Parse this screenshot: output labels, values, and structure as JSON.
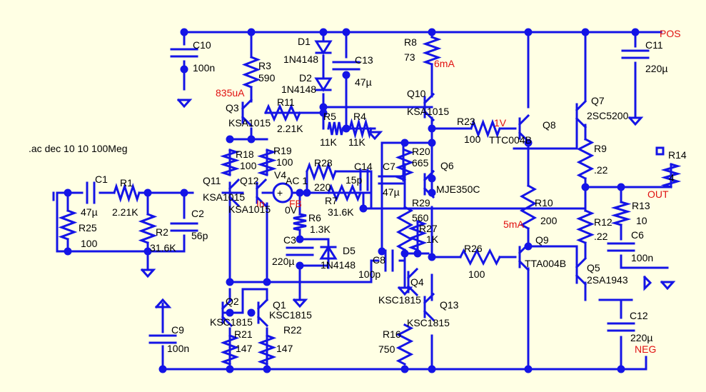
{
  "directive": ".ac dec 10 10 100Meg",
  "colors": {
    "wire": "#1414e6",
    "text": "#000000",
    "annotation": "#e01010",
    "background": "#ffffe4"
  },
  "components": {
    "C10": {
      "ref": "C10",
      "value": "100n"
    },
    "R3": {
      "ref": "R3",
      "value": "590"
    },
    "D1": {
      "ref": "D1",
      "value": "1N4148"
    },
    "D2": {
      "ref": "D2",
      "value": "1N4148"
    },
    "C13": {
      "ref": "C13",
      "value": "47µ"
    },
    "R8": {
      "ref": "R8",
      "value": "73"
    },
    "C11": {
      "ref": "C11",
      "value": "220µ"
    },
    "Q3": {
      "ref": "Q3",
      "value": "KSA1015"
    },
    "R11": {
      "ref": "R11",
      "value": "2.21K"
    },
    "R5": {
      "ref": "R5",
      "value": "11K"
    },
    "R4": {
      "ref": "R4",
      "value": "11K"
    },
    "Q10": {
      "ref": "Q10",
      "value": "KSA1015"
    },
    "R23": {
      "ref": "R23",
      "value": "100"
    },
    "Q8": {
      "ref": "Q8",
      "value": "TTC004B"
    },
    "Q7": {
      "ref": "Q7",
      "value": "2SC5200"
    },
    "R18": {
      "ref": "R18",
      "value": "100"
    },
    "R19": {
      "ref": "R19",
      "value": "100"
    },
    "R20": {
      "ref": "R20",
      "value": "665"
    },
    "Q6": {
      "ref": "Q6",
      "value": "MJE350C"
    },
    "R9": {
      "ref": "R9",
      "value": ".22"
    },
    "R14": {
      "ref": "R14",
      "value": "4"
    },
    "C1": {
      "ref": "C1",
      "value": "47µ"
    },
    "R1": {
      "ref": "R1",
      "value": "2.21K"
    },
    "Q11": {
      "ref": "Q11",
      "value": "KSA1015"
    },
    "Q12": {
      "ref": "Q12",
      "value": "KSA1015"
    },
    "V4": {
      "ref": "V4",
      "value": "AC 1",
      "value2": "0V"
    },
    "R28": {
      "ref": "R28",
      "value": "220"
    },
    "C14": {
      "ref": "C14",
      "value": "15p"
    },
    "C7": {
      "ref": "C7",
      "value": "47µ"
    },
    "R7": {
      "ref": "R7",
      "value": "31.6K"
    },
    "R29": {
      "ref": "R29",
      "value": "560"
    },
    "R10": {
      "ref": "R10",
      "value": "200"
    },
    "R13": {
      "ref": "R13",
      "value": "10"
    },
    "R25": {
      "ref": "R25",
      "value": "100"
    },
    "R2": {
      "ref": "R2",
      "value": "31.6K"
    },
    "C2": {
      "ref": "C2",
      "value": "56p"
    },
    "R6": {
      "ref": "R6",
      "value": "1.3K"
    },
    "R27": {
      "ref": "R27",
      "value": "1K"
    },
    "R12": {
      "ref": "R12",
      "value": ".22"
    },
    "C6": {
      "ref": "C6",
      "value": "100n"
    },
    "C3": {
      "ref": "C3",
      "value": "220µ"
    },
    "D5": {
      "ref": "D5",
      "value": "1N4148"
    },
    "Q9": {
      "ref": "Q9",
      "value": "TTA004B"
    },
    "C8": {
      "ref": "C8",
      "value": "100p"
    },
    "R26": {
      "ref": "R26",
      "value": "100"
    },
    "Q4": {
      "ref": "Q4",
      "value": "KSC1815"
    },
    "Q5": {
      "ref": "Q5",
      "value": "2SA1943"
    },
    "Q2": {
      "ref": "Q2",
      "value": "KSC1815"
    },
    "Q1": {
      "ref": "Q1",
      "value": "KSC1815"
    },
    "Q13": {
      "ref": "Q13",
      "value": "KSC1815"
    },
    "C9": {
      "ref": "C9",
      "value": "100n"
    },
    "R21": {
      "ref": "R21",
      "value": "147"
    },
    "R22": {
      "ref": "R22",
      "value": "147"
    },
    "R16": {
      "ref": "R16",
      "value": "750"
    },
    "C12": {
      "ref": "C12",
      "value": "220µ"
    }
  },
  "nets": {
    "pos": "POS",
    "neg": "NEG",
    "out": "OUT",
    "in": "In",
    "fb": "FB"
  },
  "annotations": {
    "q3_current": "835uA",
    "r8_current": "6mA",
    "r23_voltage": "1V",
    "r10_current": "5mA"
  }
}
